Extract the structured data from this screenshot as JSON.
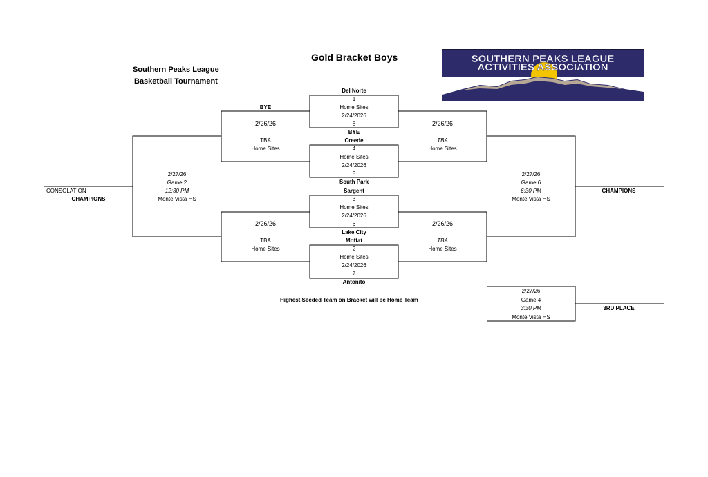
{
  "header": {
    "title": "Gold Bracket Boys",
    "league": "Southern Peaks League",
    "tournament": "Basketball Tournament"
  },
  "logo": {
    "line1": "SOUTHERN PEAKS LEAGUE",
    "line2": "ACTIVITIES ASSOCIATION",
    "colors": {
      "band": "#2e2b6b",
      "sun": "#f2c500",
      "mountain": "#b7a896",
      "sky": "#ffffff"
    }
  },
  "round1": [
    {
      "top_team": "Del Norte",
      "seed_top": "1",
      "site": "Home Sites",
      "date": "2/24/2026",
      "seed_bottom": "8",
      "bottom_team": "BYE"
    },
    {
      "top_team": "Creede",
      "seed_top": "4",
      "site": "Home Sites",
      "date": "2/24/2026",
      "seed_bottom": "5",
      "bottom_team": "South Park"
    },
    {
      "top_team": "Sargent",
      "seed_top": "3",
      "site": "Home Sites",
      "date": "2/24/2026",
      "seed_bottom": "6",
      "bottom_team": "Lake City"
    },
    {
      "top_team": "Moffat",
      "seed_top": "2",
      "site": "Home Sites",
      "date": "2/24/2026",
      "seed_bottom": "7",
      "bottom_team": "Antonito"
    }
  ],
  "left_semis": [
    {
      "team_label": "BYE",
      "date": "2/26/26",
      "time": "TBA",
      "site": "Home Sites"
    },
    {
      "date": "2/26/26",
      "time": "TBA",
      "site": "Home Sites"
    }
  ],
  "right_semis": [
    {
      "date": "2/26/26",
      "time": "TBA",
      "site": "Home Sites"
    },
    {
      "date": "2/26/26",
      "time": "TBA",
      "site": "Home Sites"
    }
  ],
  "consolation_final": {
    "date": "2/27/26",
    "game": "Game 2",
    "time": "12:30 PM",
    "site": "Monte Vista HS"
  },
  "championship_final": {
    "date": "2/27/26",
    "game": "Game 6",
    "time": "6:30 PM",
    "site": "Monte Vista HS"
  },
  "third_place": {
    "date": "2/27/26",
    "game": "Game 4",
    "time": "3:30 PM",
    "site": "Monte Vista HS",
    "label": "3RD PLACE"
  },
  "labels": {
    "consolation": "CONSOLATION",
    "consolation_champions": "CHAMPIONS",
    "champions": "CHAMPIONS"
  },
  "note": "Highest Seeded Team on Bracket will be Home Team"
}
